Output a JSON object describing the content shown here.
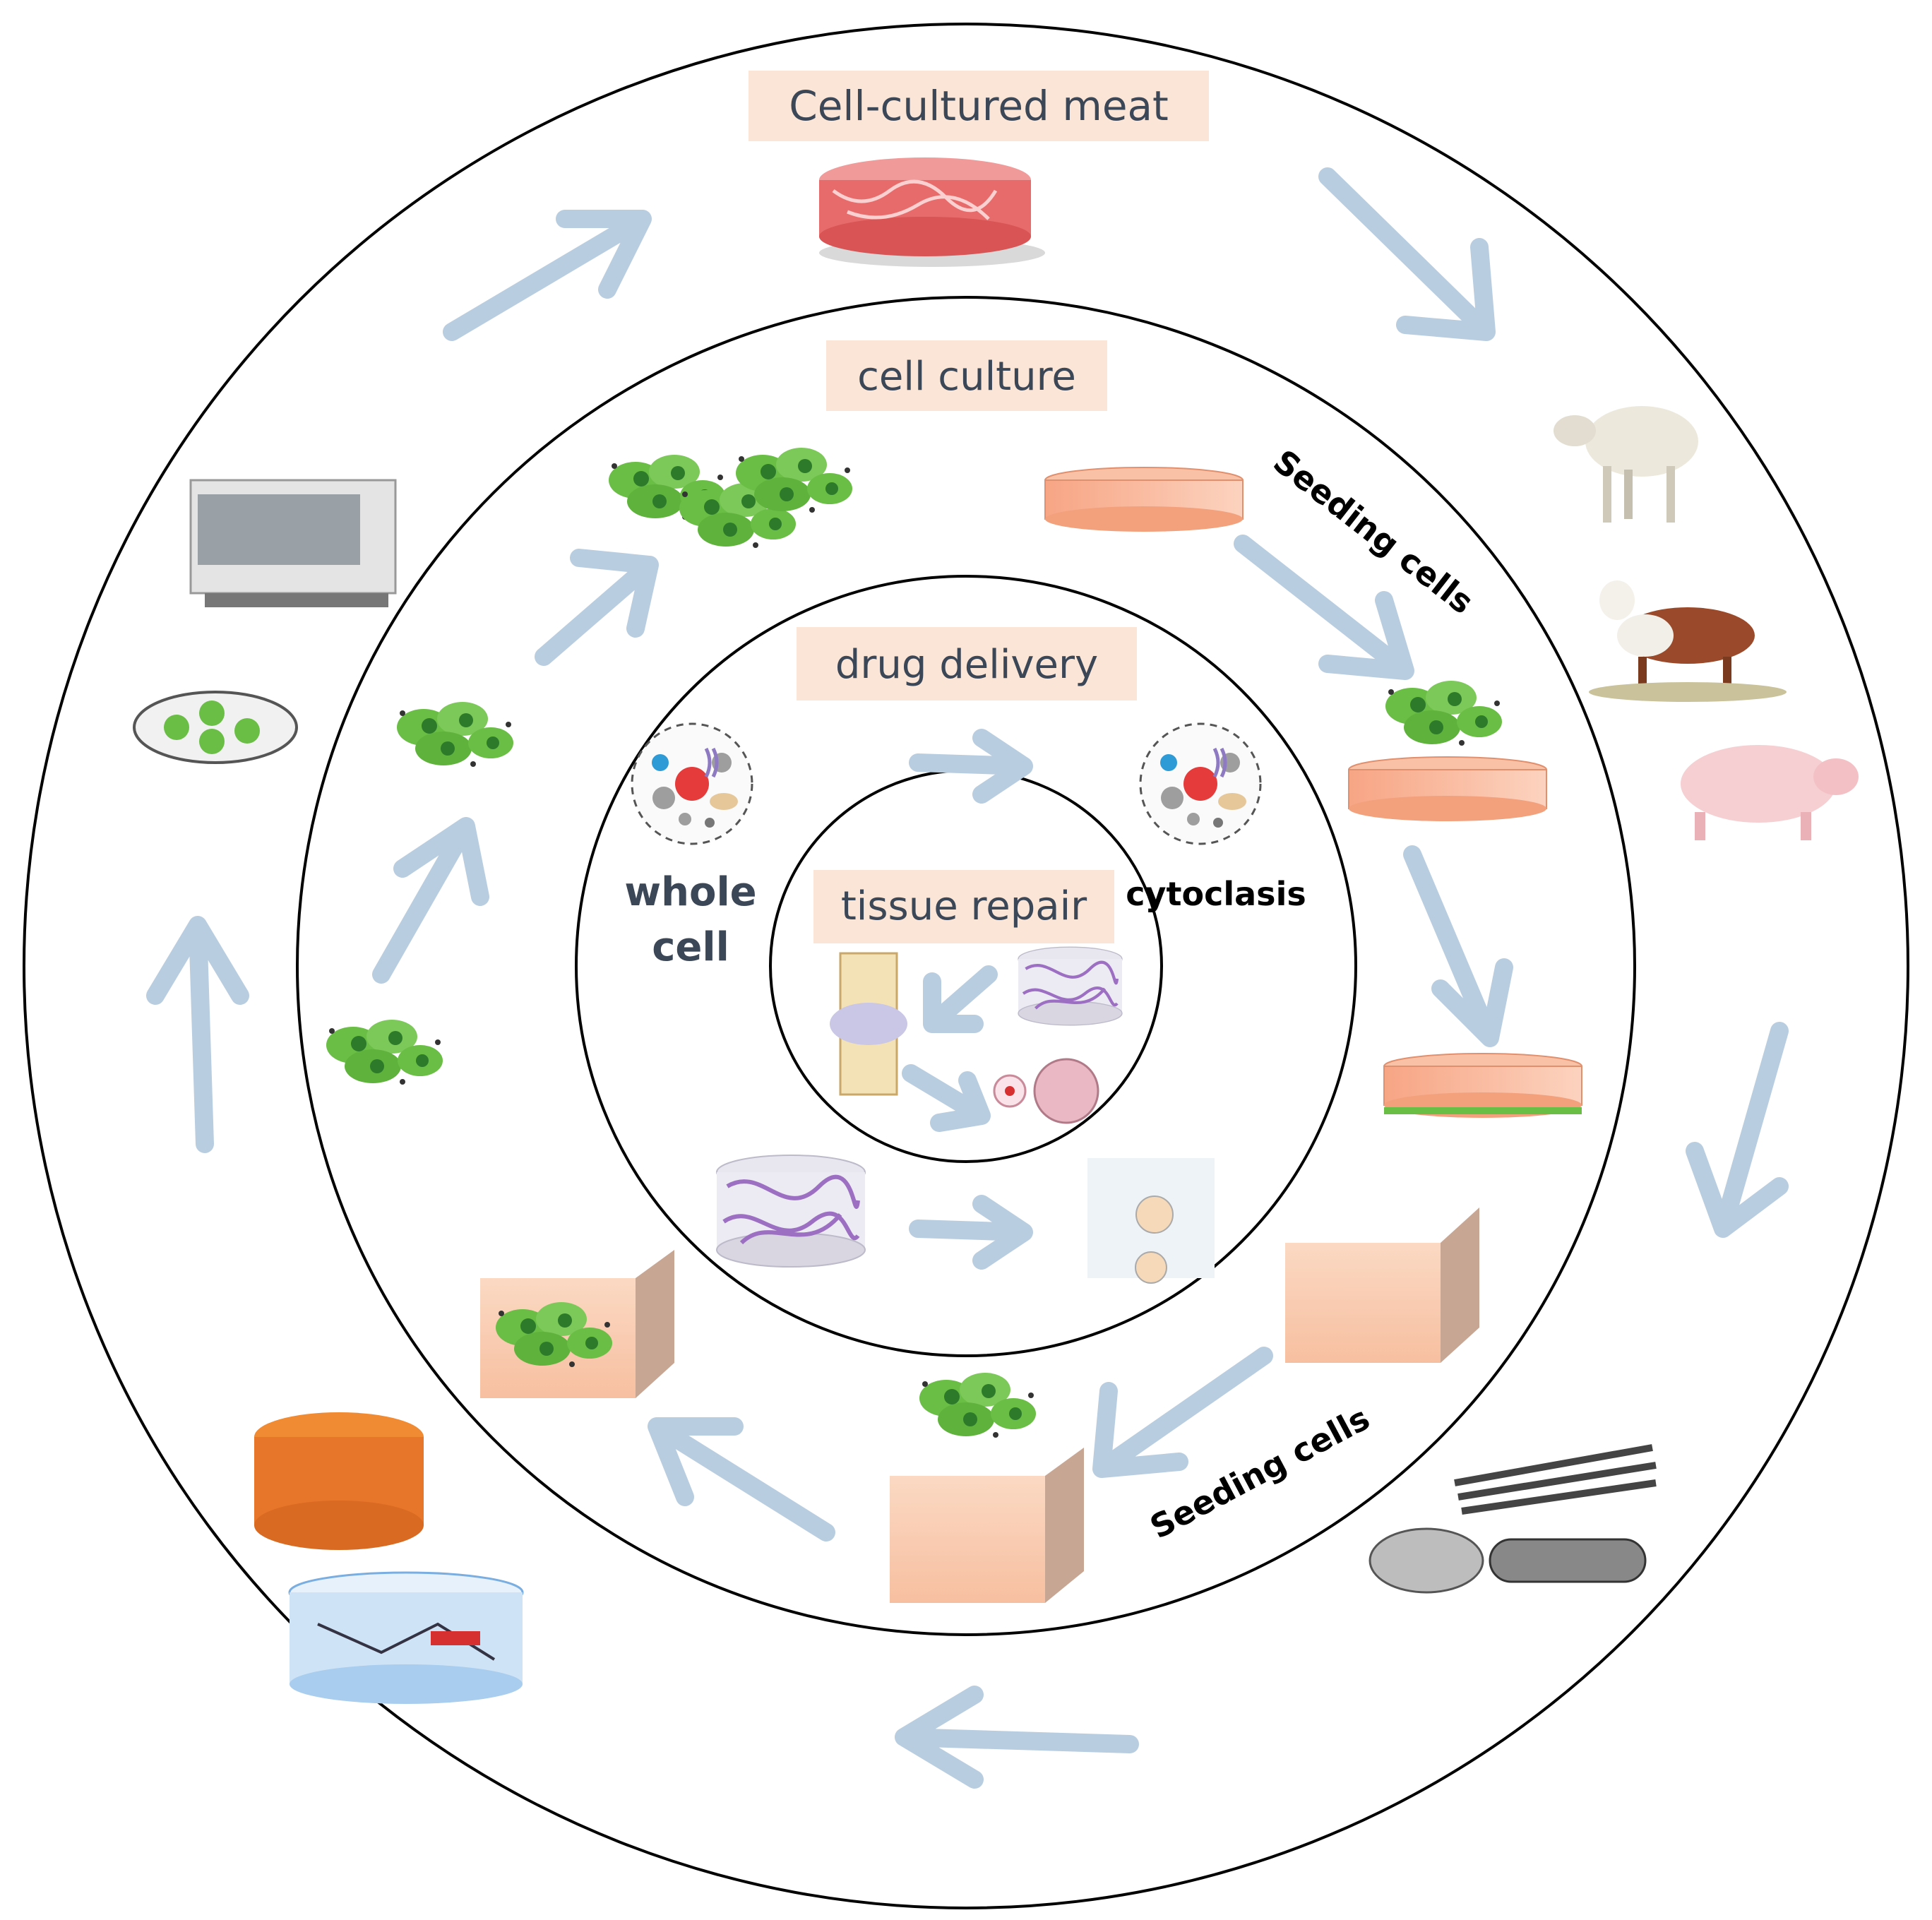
{
  "rings": {
    "outer": {
      "title": "Cell-cultured meat"
    },
    "second": {
      "title": "cell culture"
    },
    "third": {
      "title": "drug delivery",
      "left_label_line1": "whole",
      "left_label_line2": "cell",
      "right_label": "cytoclasis"
    },
    "inner": {
      "title": "tissue repair"
    }
  },
  "side_labels": {
    "seeding_top": "Seeding cells",
    "seeding_bottom": "Seeding cells"
  },
  "icons": [
    "meat-disc-icon",
    "sheep-icon",
    "cow-icon",
    "pig-icon",
    "muscle-fiber-icon",
    "hydrogel-network-icon",
    "porous-scaffold-icon",
    "cell-dish-icon",
    "shaker-incubator-icon",
    "cell-cluster-icon",
    "scaffold-cube-icon",
    "culture-disc-icon",
    "hydrogel-icon",
    "knee-joint-icon",
    "organelle-cell-icon"
  ],
  "colors": {
    "label_bg": "#fbe5d6",
    "arrow": "#b9cde0",
    "cell_green": "#6abe45",
    "disc_orange": "#f7b08f"
  }
}
